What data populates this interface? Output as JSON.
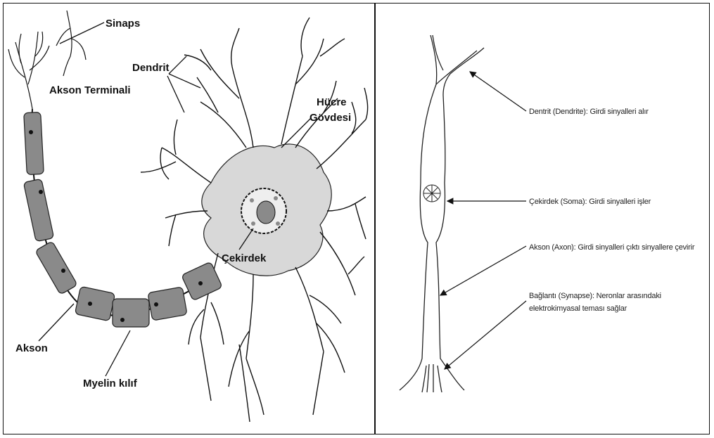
{
  "left_panel": {
    "labels": {
      "sinaps": "Sinaps",
      "akson_terminali": "Akson Terminali",
      "dendrit": "Dendrit",
      "hucre_line1": "Hücre",
      "hucre_line2": "Gövdesi",
      "cekirdek": "Çekirdek",
      "akson": "Akson",
      "myelin": "Myelin kılıf"
    }
  },
  "right_panel": {
    "labels": {
      "dendrit": "Dentrit (Dendrite): Girdi sinyalleri alır",
      "cekirdek": "Çekirdek (Soma): Girdi sinyalleri işler",
      "akson": "Akson (Axon): Girdi sinyalleri çıktı sinyallere çevirir",
      "baglanti_line1": "Bağlantı (Synapse):  Neronlar arasındaki",
      "baglanti_line2": "elektrokimyasal teması sağlar"
    }
  },
  "colors": {
    "myelin": "#8a8a8a",
    "cell_body": "#d8d8d8",
    "ink": "#111111"
  }
}
